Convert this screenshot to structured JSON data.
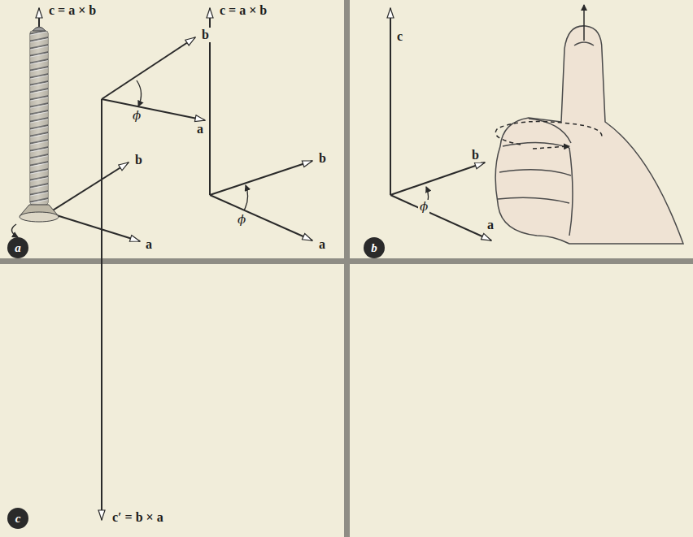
{
  "diagram": {
    "nodes": [
      {
        "text": [
          "a"
        ]
      },
      {
        "text": [
          "b"
        ]
      },
      {
        "text": [
          "c"
        ]
      }
    ],
    "labels": [
      "c = a × b",
      "b",
      "a",
      "c = a × b",
      "b",
      "ϕ",
      "a",
      "c",
      "b",
      "ϕ",
      "a",
      "b",
      "ϕ",
      "a",
      "c′ = b × a"
    ]
  }
}
